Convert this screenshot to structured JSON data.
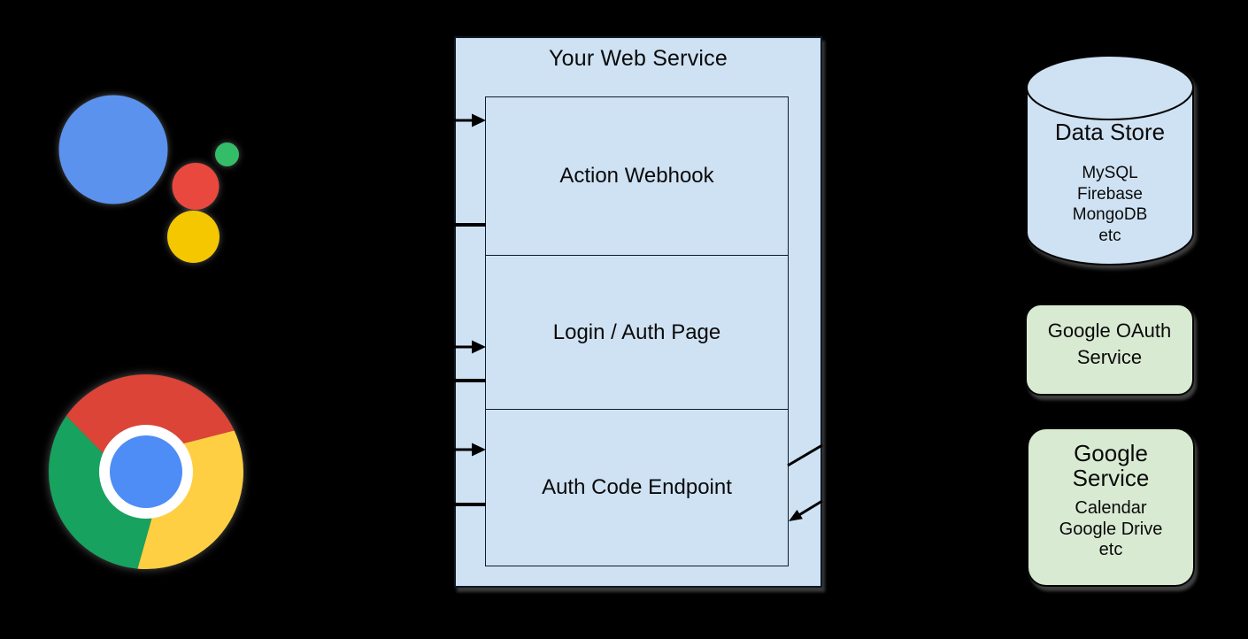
{
  "diagram": {
    "background": "#000000",
    "connector_color": "#000000"
  },
  "icons": {
    "assistant": {
      "label": "google-assistant-logo",
      "colors": {
        "blue": "#5a92ee",
        "green": "#34bd68",
        "red": "#e9483e",
        "yellow": "#f4c701"
      }
    },
    "chrome": {
      "label": "google-chrome-logo",
      "colors": {
        "red": "#db4437",
        "green": "#17a25f",
        "yellow": "#ffcf43",
        "blue": "#4e8df5",
        "ring": "#ffffff"
      }
    }
  },
  "web_service": {
    "title": "Your Web Service",
    "fill": "#cfe2f3",
    "sections": [
      {
        "label": "Action Webhook"
      },
      {
        "label": "Login / Auth Page"
      },
      {
        "label": "Auth Code Endpoint"
      }
    ]
  },
  "data_store": {
    "title": "Data Store",
    "items": [
      "MySQL",
      "Firebase",
      "MongoDB",
      "etc"
    ],
    "fill": "#cfe2f3"
  },
  "oauth_service": {
    "line1": "Google OAuth",
    "line2": "Service",
    "fill": "#d9ead3"
  },
  "google_service": {
    "line1": "Google",
    "line2": "Service",
    "items": [
      "Calendar",
      "Google Drive",
      "etc"
    ],
    "fill": "#d9ead3"
  }
}
